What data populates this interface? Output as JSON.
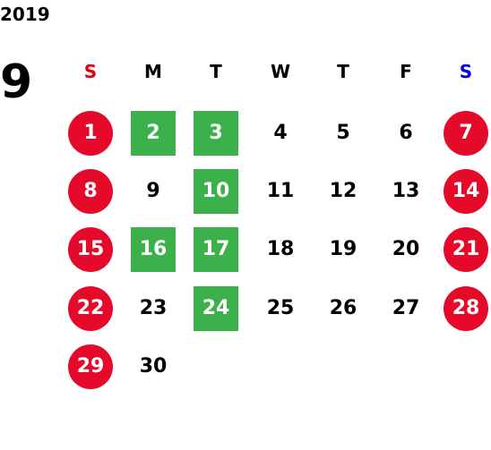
{
  "header": {
    "year": "2019",
    "month": "9"
  },
  "colors": {
    "sunday_header": "#e60012",
    "saturday_header": "#0000e6",
    "weekend_circle": "#e60a2a",
    "highlight_square": "#3cb04b",
    "text": "#000000"
  },
  "weekdays": [
    "S",
    "M",
    "T",
    "W",
    "T",
    "F",
    "S"
  ],
  "weeks": [
    [
      {
        "day": "1",
        "style": "holiday"
      },
      {
        "day": "2",
        "style": "highlight"
      },
      {
        "day": "3",
        "style": "highlight"
      },
      {
        "day": "4",
        "style": "normal"
      },
      {
        "day": "5",
        "style": "normal"
      },
      {
        "day": "6",
        "style": "normal"
      },
      {
        "day": "7",
        "style": "holiday"
      }
    ],
    [
      {
        "day": "8",
        "style": "holiday"
      },
      {
        "day": "9",
        "style": "normal"
      },
      {
        "day": "10",
        "style": "highlight"
      },
      {
        "day": "11",
        "style": "normal"
      },
      {
        "day": "12",
        "style": "normal"
      },
      {
        "day": "13",
        "style": "normal"
      },
      {
        "day": "14",
        "style": "holiday"
      }
    ],
    [
      {
        "day": "15",
        "style": "holiday"
      },
      {
        "day": "16",
        "style": "highlight"
      },
      {
        "day": "17",
        "style": "highlight"
      },
      {
        "day": "18",
        "style": "normal"
      },
      {
        "day": "19",
        "style": "normal"
      },
      {
        "day": "20",
        "style": "normal"
      },
      {
        "day": "21",
        "style": "holiday"
      }
    ],
    [
      {
        "day": "22",
        "style": "holiday"
      },
      {
        "day": "23",
        "style": "normal"
      },
      {
        "day": "24",
        "style": "highlight"
      },
      {
        "day": "25",
        "style": "normal"
      },
      {
        "day": "26",
        "style": "normal"
      },
      {
        "day": "27",
        "style": "normal"
      },
      {
        "day": "28",
        "style": "holiday"
      }
    ],
    [
      {
        "day": "29",
        "style": "holiday"
      },
      {
        "day": "30",
        "style": "normal"
      }
    ]
  ]
}
